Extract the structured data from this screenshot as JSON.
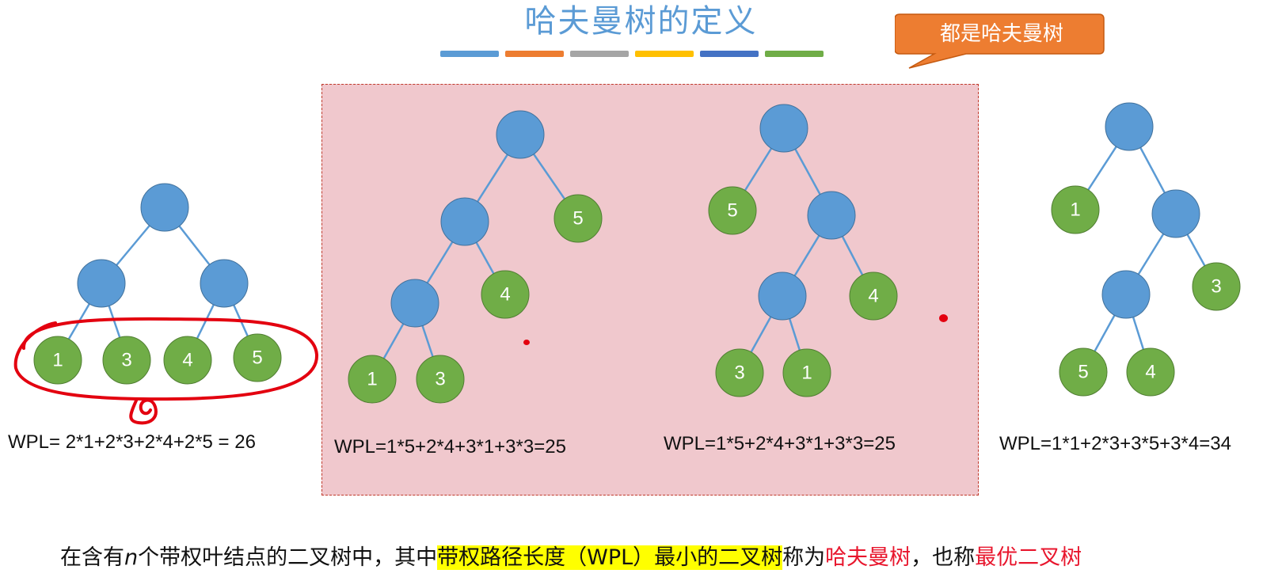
{
  "title": "哈夫曼树的定义",
  "color_bars": [
    "#5b9bd5",
    "#ed7d31",
    "#a5a5a5",
    "#ffc000",
    "#4472c4",
    "#70ad47"
  ],
  "callout": {
    "text": "都是哈夫曼树",
    "color": "#ed7d31"
  },
  "node_colors": {
    "internal": "#5b9bd5",
    "leaf": "#70ad47",
    "edge": "#5b9bd5"
  },
  "trees": [
    {
      "leaves": [
        "1",
        "3",
        "4",
        "5"
      ],
      "wpl": "WPL= 2*1+2*3+2*4+2*5 = 26"
    },
    {
      "leaves": [
        "5",
        "4",
        "1",
        "3"
      ],
      "wpl": "WPL=1*5+2*4+3*1+3*3=25"
    },
    {
      "leaves": [
        "5",
        "4",
        "3",
        "1"
      ],
      "wpl": "WPL=1*5+2*4+3*1+3*3=25"
    },
    {
      "leaves": [
        "1",
        "3",
        "5",
        "4"
      ],
      "wpl": "WPL=1*1+2*3+3*5+3*4=34"
    }
  ],
  "caption": {
    "part1": "在含有",
    "n": "n",
    "part2": "个带权叶结点的二叉树中，其中",
    "highlight": "带权路径长度（WPL）最小的二叉树",
    "part3": "称为",
    "term1": "哈夫曼树",
    "part4": "，也称",
    "term2": "最优二叉树"
  }
}
